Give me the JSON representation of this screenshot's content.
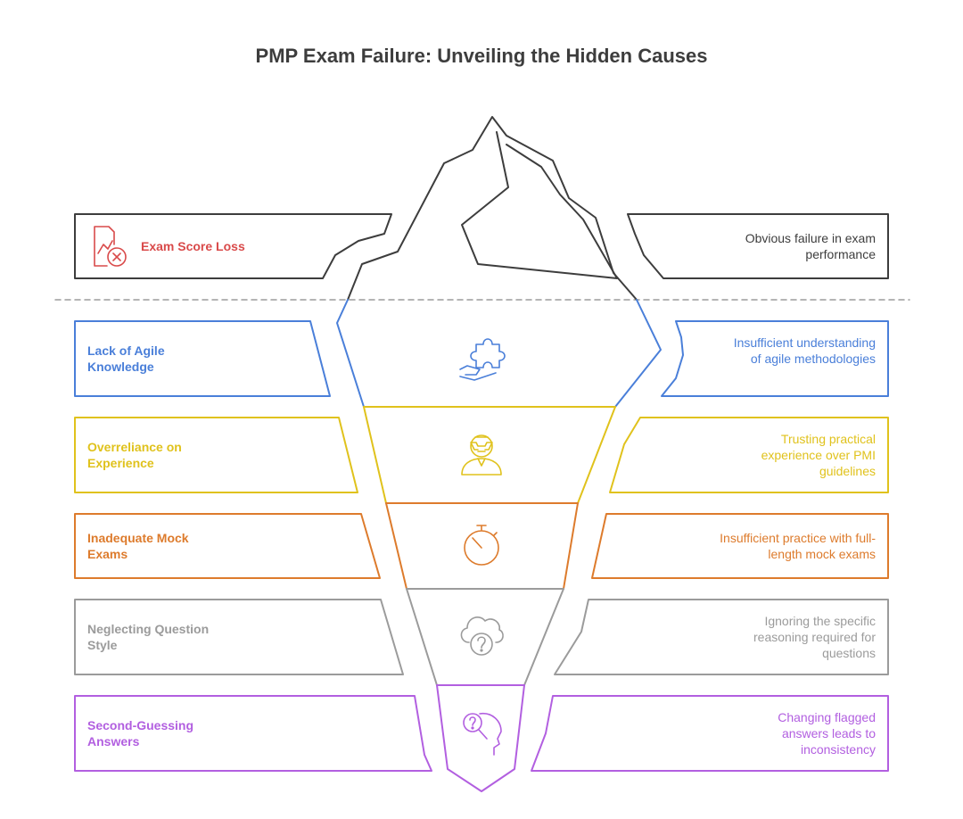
{
  "title": "PMP Exam Failure: Unveiling the Hidden Causes",
  "colors": {
    "dark": "#3d3d3d",
    "blue": "#4a7fd9",
    "yellow": "#e0c21c",
    "orange": "#dd7b2c",
    "gray": "#9b9b9b",
    "purple": "#b25fe0",
    "red": "#d94a4a"
  },
  "surface": {
    "label": "Exam Score Loss",
    "description": "Obvious failure in exam performance",
    "icon": "chart-error-icon"
  },
  "causes": [
    {
      "label": "Lack of Agile Knowledge",
      "description": "Insufficient understanding of agile methodologies",
      "icon": "puzzle-hand-icon"
    },
    {
      "label": "Overreliance on Experience",
      "description": "Trusting practical experience over PMI guidelines",
      "icon": "person-mask-icon"
    },
    {
      "label": "Inadequate Mock Exams",
      "description": "Insufficient practice with full-length mock exams",
      "icon": "stopwatch-icon"
    },
    {
      "label": "Neglecting Question Style",
      "description": "Ignoring the specific reasoning required for questions",
      "icon": "cloud-question-icon"
    },
    {
      "label": "Second-Guessing Answers",
      "description": "Changing flagged answers leads to inconsistency",
      "icon": "head-question-icon"
    }
  ]
}
